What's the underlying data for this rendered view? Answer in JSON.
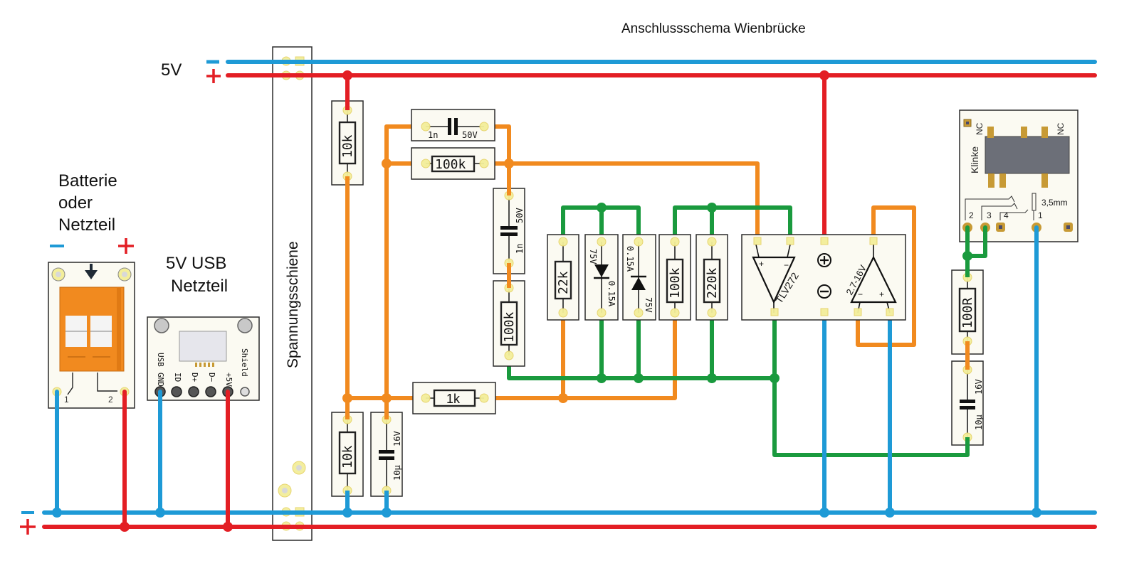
{
  "title": "Anschlussschema Wienbrücke",
  "colors": {
    "negative_rail": "#1e9ad6",
    "positive_rail": "#e31e24",
    "signal_orange": "#f18a1f",
    "signal_green": "#1a9a3e",
    "pad": "#f3ee9a",
    "board": "#fbfaf2"
  },
  "rails": {
    "top_label": "5V",
    "top_minus": "−",
    "top_plus": "+",
    "bottom_minus": "−",
    "bottom_plus": "+"
  },
  "power_rail_module": {
    "label": "Spannungsschiene"
  },
  "battery_module": {
    "label_line1": "Batterie",
    "label_line2": "oder",
    "label_line3": "Netzteil",
    "minus": "−",
    "plus": "+",
    "pin1": "1",
    "pin2": "2"
  },
  "usb_module": {
    "label_line1": "5V USB",
    "label_line2": "Netzteil",
    "pins": [
      "USB GND",
      "ID",
      "D+",
      "D−",
      "+5V",
      "Shield"
    ]
  },
  "components": {
    "r_top_10k": "10k",
    "c_1n_h_value": "1n",
    "c_1n_h_voltage": "50V",
    "r_100k_h": "100k",
    "c_1n_v_value": "1n",
    "c_1n_v_voltage": "50V",
    "r_100k_v": "100k",
    "r_1k": "1k",
    "r_bottom_10k": "10k",
    "c_10u_left_value": "10µ",
    "c_10u_left_voltage": "16V",
    "r_22k": "22k",
    "d1_voltage": "75V",
    "d1_current": "0.15A",
    "d2_voltage": "75V",
    "d2_current": "0.15A",
    "r_100k_fb": "100k",
    "r_220k": "220k",
    "r_100R": "100R",
    "c_10u_right_value": "10µ",
    "c_10u_right_voltage": "16V"
  },
  "opamp_module": {
    "chip": "TLV272",
    "supply": "2.7-16V",
    "plus_symbol": "+",
    "minus_symbol": "−",
    "in_plus": "+",
    "in_minus": "−"
  },
  "jack_module": {
    "label": "Klinke",
    "size": "3,5mm",
    "nc_left": "NC",
    "nc_right": "NC",
    "pins": [
      "2",
      "3",
      "4",
      "1"
    ]
  }
}
